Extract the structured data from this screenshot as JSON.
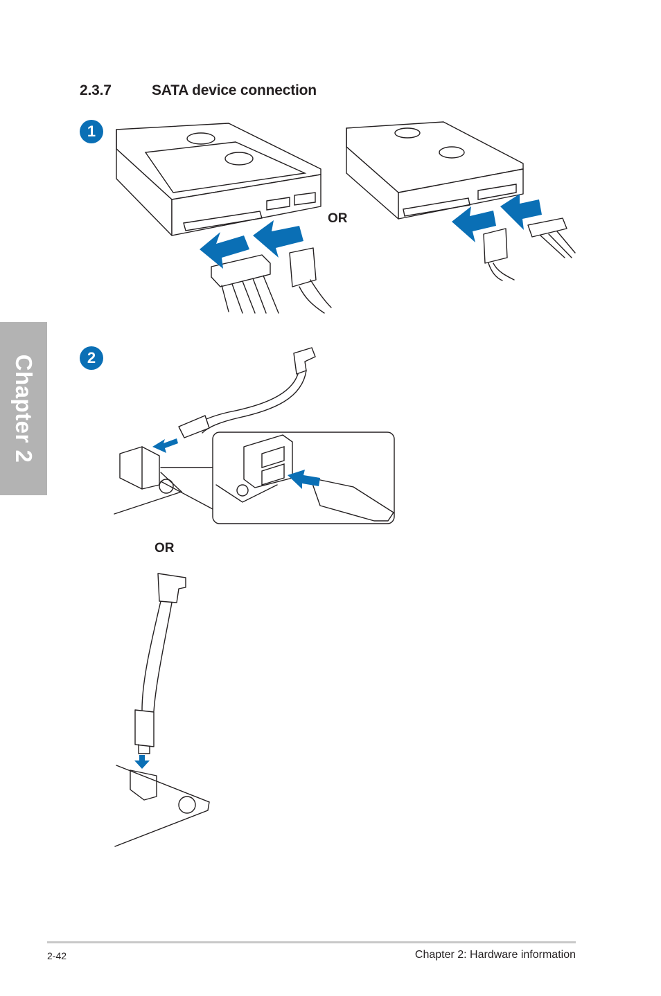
{
  "section": {
    "number": "2.3.7",
    "title": "SATA device connection"
  },
  "side_tab": {
    "label": "Chapter 2"
  },
  "steps": [
    {
      "badge": "1"
    },
    {
      "badge": "2"
    }
  ],
  "labels": {
    "or_top": "OR",
    "or_bottom": "OR"
  },
  "footer": {
    "page_number": "2-42",
    "chapter_title": "Chapter 2: Hardware information"
  },
  "colors": {
    "accent": "#0a6fb5",
    "tab": "#b3b3b3"
  },
  "icons": [
    "hard-drive-illustration",
    "sata-power-connector",
    "sata-data-connector",
    "molex-connector",
    "motherboard-sata-port",
    "insert-arrow-icon"
  ]
}
